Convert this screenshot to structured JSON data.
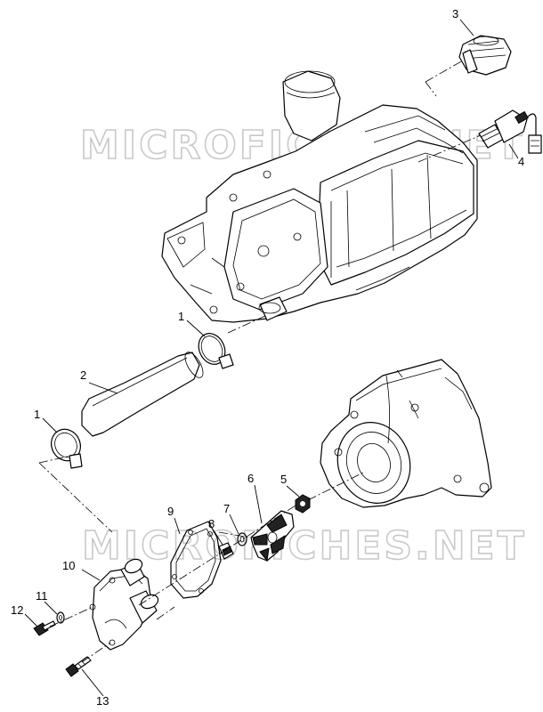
{
  "watermark": {
    "top_text": "MICROFICHES.NET",
    "bottom_text": "MICROFICHES.NET"
  },
  "callouts": {
    "c1_upper": "1",
    "c1_lower": "1",
    "c2": "2",
    "c3": "3",
    "c4": "4",
    "c5": "5",
    "c6": "6",
    "c7": "7",
    "c8": "8",
    "c9": "9",
    "c10": "10",
    "c11": "11",
    "c12": "12",
    "c13": "13"
  },
  "colors": {
    "line": "#000000",
    "watermark": "#c9c9c9",
    "background": "#ffffff"
  }
}
